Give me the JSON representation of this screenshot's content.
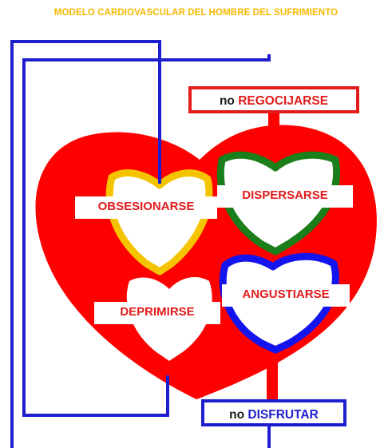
{
  "title": "MODELO CARDIOVASCULAR DEL HOMBRE DEL SUFRIMIENTO",
  "top_box": {
    "prefix": "no",
    "word": "REGOCIJARSE"
  },
  "bottom_box": {
    "prefix": "no",
    "word": "DISFRUTAR"
  },
  "chambers": {
    "obsesionarse": "OBSESIONARSE",
    "dispersarse": "DISPERSARSE",
    "deprimirse": "DEPRIMIRSE",
    "angustiarse": "ANGUSTIARSE"
  },
  "colors": {
    "title": "#f5b800",
    "heart": "#ff0000",
    "line": "#1e1ecf",
    "top_box_border": "#e21b1b",
    "bottom_box_border": "#1e1ecf",
    "top_word": "#e21b1b",
    "bottom_word": "#1e1ecf",
    "chamber_text": "#e21b1b",
    "obsesionarse_outline": "#f5c400",
    "dispersarse_outline": "#1a7f1a",
    "angustiarse_outline": "#1414ee"
  }
}
